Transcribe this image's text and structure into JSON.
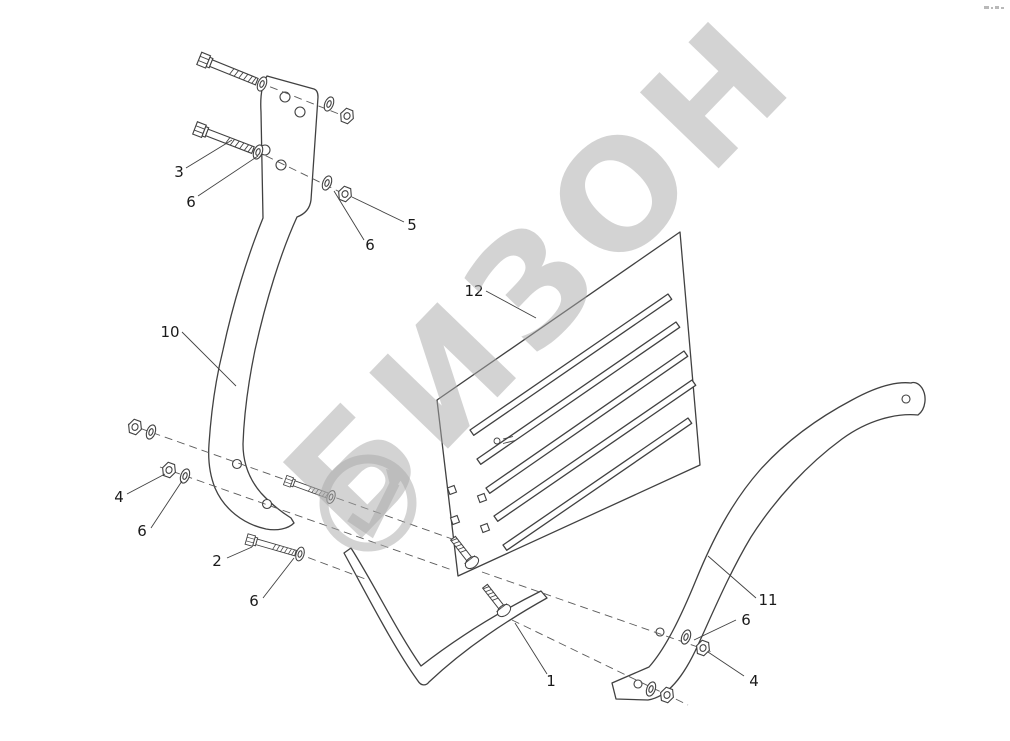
{
  "colors": {
    "background": "#ffffff",
    "line": "#414141",
    "watermark": "#a9a9a9",
    "dash": "#5a5a5a"
  },
  "watermark": {
    "text": "БИЗОН",
    "logo": "bizon-circle-arrow-logo"
  },
  "corner_stamp": {
    "icon": "print-stamp-marks"
  },
  "callouts": [
    {
      "n": "3"
    },
    {
      "n": "6"
    },
    {
      "n": "5"
    },
    {
      "n": "6"
    },
    {
      "n": "12"
    },
    {
      "n": "10"
    },
    {
      "n": "4"
    },
    {
      "n": "6"
    },
    {
      "n": "2"
    },
    {
      "n": "6"
    },
    {
      "n": "1"
    },
    {
      "n": "11"
    },
    {
      "n": "6"
    },
    {
      "n": "4"
    }
  ]
}
